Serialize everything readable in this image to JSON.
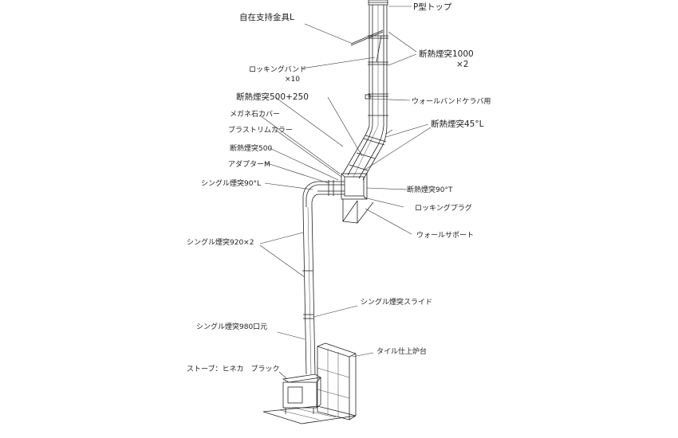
{
  "labels": {
    "p_top": "P型トップ",
    "bracket": "自在支持金具L",
    "insulated_1000": "断熱煙突1000",
    "insulated_1000_qty": "×2",
    "locking_band": "ロッキングバンド",
    "locking_band_qty": "×10",
    "wall_band": "ウォールバンドケラバ用",
    "insulated_500_250": "断熱煙突500+250",
    "glasses_stone_cover": "メガネ石カバー",
    "flashing_collar": "ブラストリムカラー",
    "insulated_45l": "断熱煙突45°L",
    "insulated_500": "断熱煙突500",
    "adapter_m": "アダプターM",
    "insulated_90t": "断熱煙突90°T",
    "single_90l": "シングル煙突90°L",
    "locking_plug": "ロッキングプラグ",
    "wall_support": "ウォールサポート",
    "single_920": "シングル煙突920×2",
    "single_slide": "シングル煙突スライド",
    "single_980": "シングル煙突980口元",
    "tile_hearth": "タイル仕上炉台",
    "stove": "ストーブ：ヒネカ　ブラック"
  }
}
